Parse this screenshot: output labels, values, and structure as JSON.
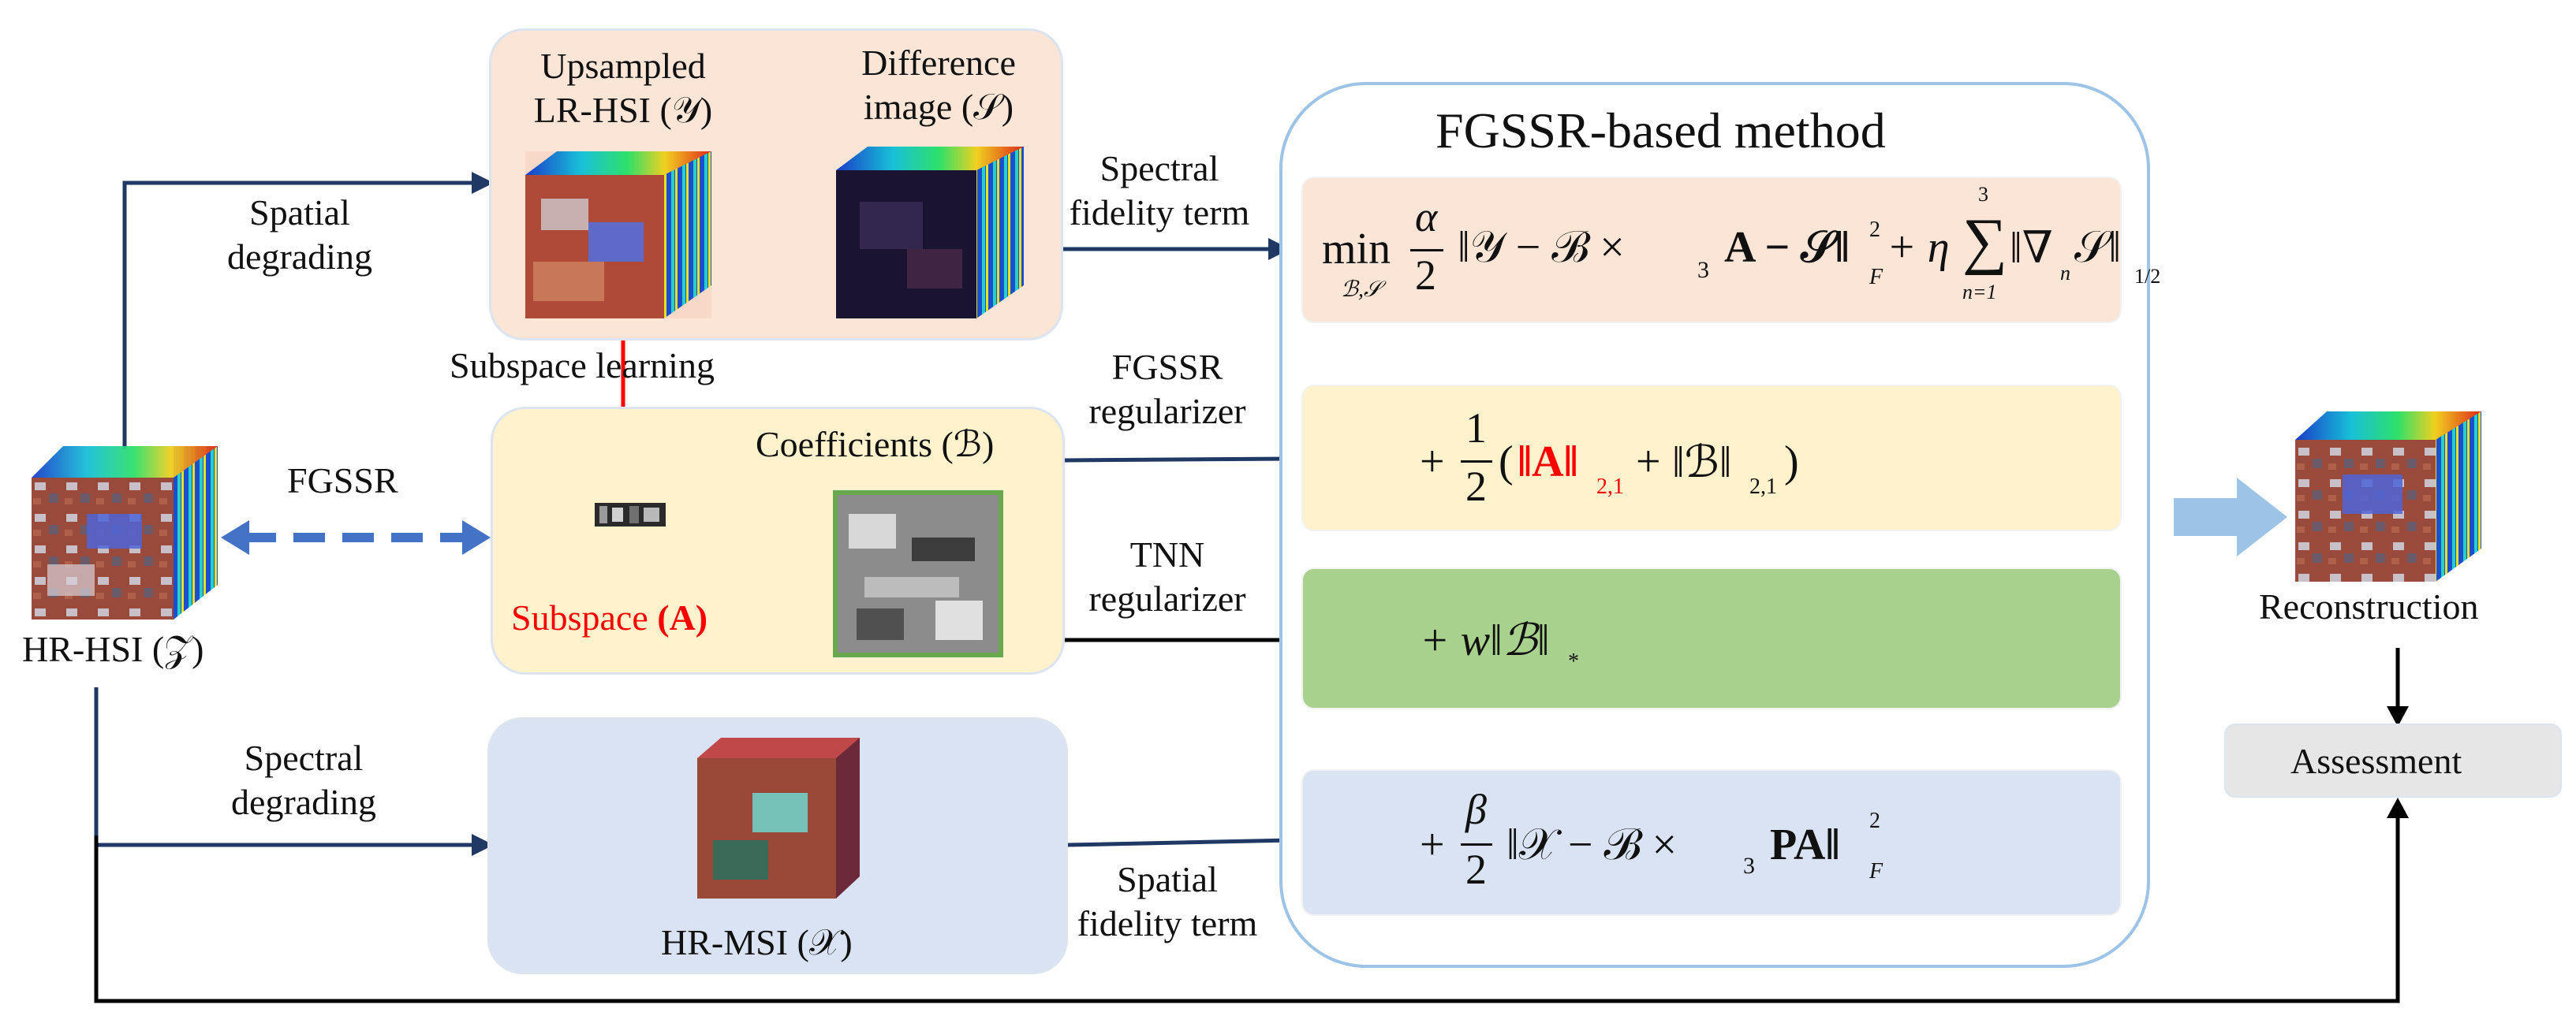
{
  "colors": {
    "salmon_box": "#fbe5d6",
    "yellow_box": "#fff2cc",
    "green_box": "#a9d18e",
    "blue_box": "#dae3f3",
    "assessment_box": "#e7e6e6",
    "navy_arrow": "#1f3864",
    "blue_dashed": "#4472c4",
    "red_arrow": "#ff0000",
    "big_arrow": "#9dc3e6",
    "method_border": "#9dc3e6"
  },
  "left": {
    "hr_hsi_label": "HR-HSI (𝒵)",
    "fgssr_label": "FGSSR",
    "spatial_degrading": [
      "Spatial",
      "degrading"
    ],
    "spectral_degrading": [
      "Spectral",
      "degrading"
    ]
  },
  "top_box": {
    "upsampled": [
      "Upsampled",
      "LR-HSI (𝒴)"
    ],
    "difference": [
      "Difference",
      "image (𝒮)"
    ]
  },
  "subspace_learning": "Subspace learning",
  "mid_box": {
    "coefficients": "Coefficients (ℬ)",
    "subspace_text": "Subspace",
    "subspace_sym": "(A)"
  },
  "bottom_box": {
    "hr_msi": "HR-MSI (𝒳)"
  },
  "connectors": {
    "spectral_fidelity": [
      "Spectral",
      "fidelity term"
    ],
    "fgssr_regularizer": [
      "FGSSR",
      "regularizer"
    ],
    "tnn_regularizer": [
      "TNN",
      "regularizer"
    ],
    "spatial_fidelity": [
      "Spatial",
      "fidelity term"
    ]
  },
  "method": {
    "title": "FGSSR-based method",
    "term1": {
      "min": "min",
      "min_sub": "ℬ,𝒮",
      "alpha": "α",
      "two": "2",
      "body": "‖𝒴 − ℬ ×",
      "sub3": "3",
      "body2": "A − 𝒮‖",
      "sqsup": "2",
      "fsub": "F",
      "plus_eta": "+ η",
      "sum_top": "3",
      "sum_bot": "n=1",
      "sigma": "∑",
      "norm": "‖∇",
      "nsub": "n",
      "norm2": "𝒮‖",
      "halfsub": "1/2"
    },
    "term2": {
      "plus": "+",
      "one": "1",
      "two": "2",
      "open": "(",
      "a_norm": "‖A‖",
      "sub21a": "2,1",
      "plus2": "+",
      "b_norm": "‖ℬ‖",
      "sub21b": "2,1",
      "close": ")"
    },
    "term3": {
      "text": "+ w‖ℬ‖",
      "star": "*"
    },
    "term4": {
      "plus": "+",
      "beta": "β",
      "two": "2",
      "body": "‖𝒳 − ℬ ×",
      "sub3": "3",
      "body2": "PA‖",
      "sqsup": "2",
      "fsub": "F"
    }
  },
  "right": {
    "reconstruction": "Reconstruction",
    "assessment": "Assessment"
  }
}
